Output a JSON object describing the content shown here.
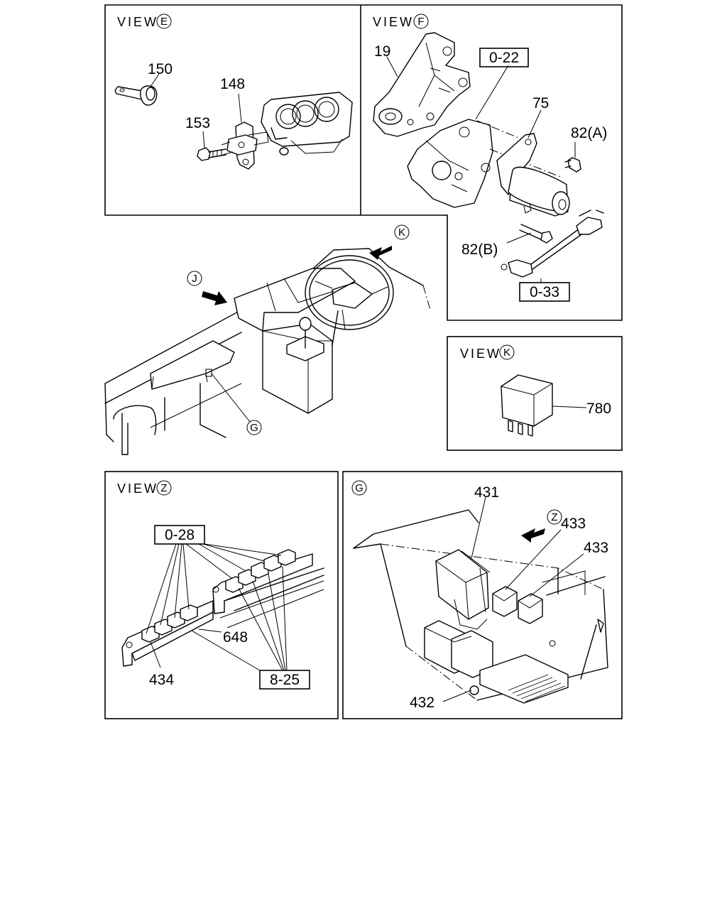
{
  "views": {
    "e": {
      "prefix": "VIEW",
      "letter": "E"
    },
    "f": {
      "prefix": "VIEW",
      "letter": "F"
    },
    "k": {
      "prefix": "VIEW",
      "letter": "K"
    },
    "z": {
      "prefix": "VIEW",
      "letter": "Z"
    }
  },
  "markers": {
    "j": "J",
    "k": "K",
    "g": "G",
    "g_panel": "G",
    "z": "Z"
  },
  "parts": {
    "p150": "150",
    "p148": "148",
    "p153": "153",
    "p19": "19",
    "p75": "75",
    "p82a": "82(A)",
    "p82b": "82(B)",
    "p780": "780",
    "p431": "431",
    "p433a": "433",
    "p433b": "433",
    "p432": "432",
    "p648": "648",
    "p434": "434"
  },
  "refs": {
    "r022": "0-22",
    "r033": "0-33",
    "r028": "0-28",
    "r825": "8-25"
  }
}
